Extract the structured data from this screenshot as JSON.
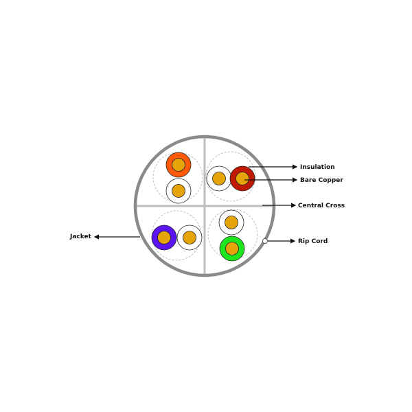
{
  "labels": {
    "insulation": "Insulation",
    "bare_copper": "Bare Copper",
    "central_cross": "Central Cross",
    "rip_cord": "Rip Cord",
    "jacket": "Jacket"
  },
  "colors": {
    "jacket": "#8a8a8a",
    "cross": "#b8b8b8",
    "copper": "#e5a50a",
    "orange": "#ff5a0a",
    "red": "#c01a05",
    "blue": "#5a14f0",
    "green": "#1ee61e",
    "white": "#ffffff"
  }
}
